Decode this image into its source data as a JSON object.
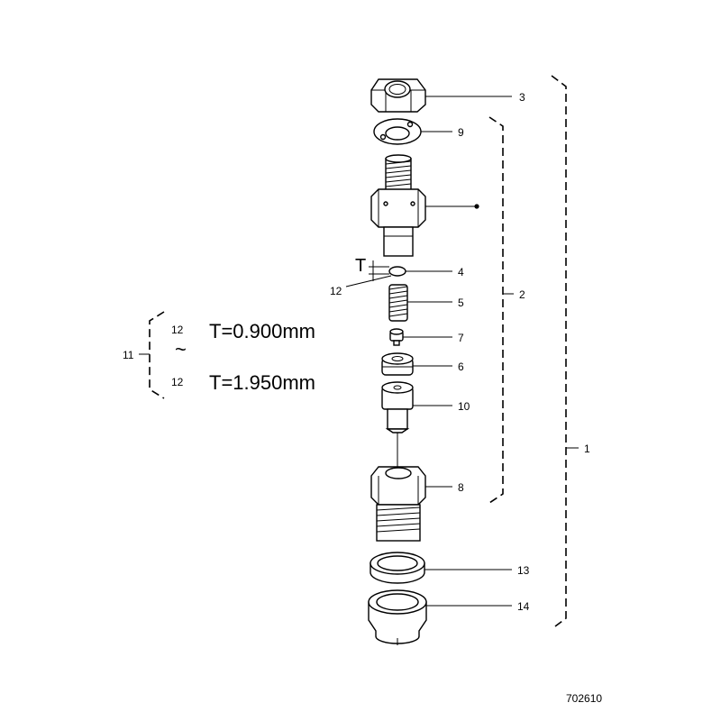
{
  "callouts": {
    "n1": "1",
    "n2": "2",
    "n3": "3",
    "n4": "4",
    "n5": "5",
    "n6": "6",
    "n7": "7",
    "n8": "8",
    "n9": "9",
    "n10": "10",
    "n11": "11",
    "n12": "12",
    "n13": "13",
    "n14": "14"
  },
  "shim_table": {
    "item": "12",
    "first_thickness": "T=0.900mm",
    "tilde": "~",
    "last_thickness": "T=1.950mm"
  },
  "thickness_symbol": "T",
  "figure_number": "702610"
}
